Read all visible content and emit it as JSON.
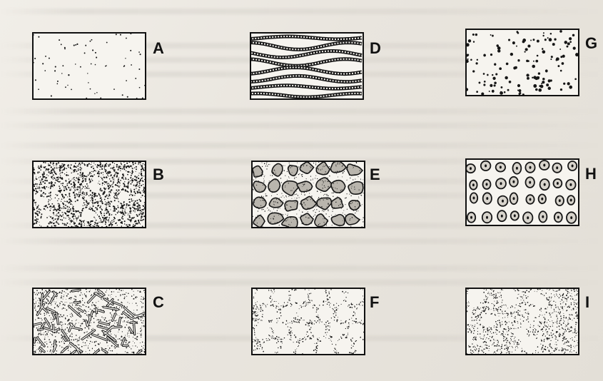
{
  "figure": {
    "panels": [
      {
        "id": "A",
        "label": "A",
        "texture": "sparse-fine-dots"
      },
      {
        "id": "B",
        "label": "B",
        "texture": "dense-dots-with-light-patches"
      },
      {
        "id": "C",
        "label": "C",
        "texture": "dense-random-fibers"
      },
      {
        "id": "D",
        "label": "D",
        "texture": "parallel-wavy-bands"
      },
      {
        "id": "E",
        "label": "E",
        "texture": "dotted-blobs-in-light-matrix"
      },
      {
        "id": "F",
        "label": "F",
        "texture": "light-cells-with-dotted-boundaries"
      },
      {
        "id": "G",
        "label": "G",
        "texture": "scattered-medium-dots"
      },
      {
        "id": "H",
        "label": "H",
        "texture": "rimmed-oval-cells"
      },
      {
        "id": "I",
        "label": "I",
        "texture": "dense-dots-with-pale-patches"
      }
    ]
  }
}
